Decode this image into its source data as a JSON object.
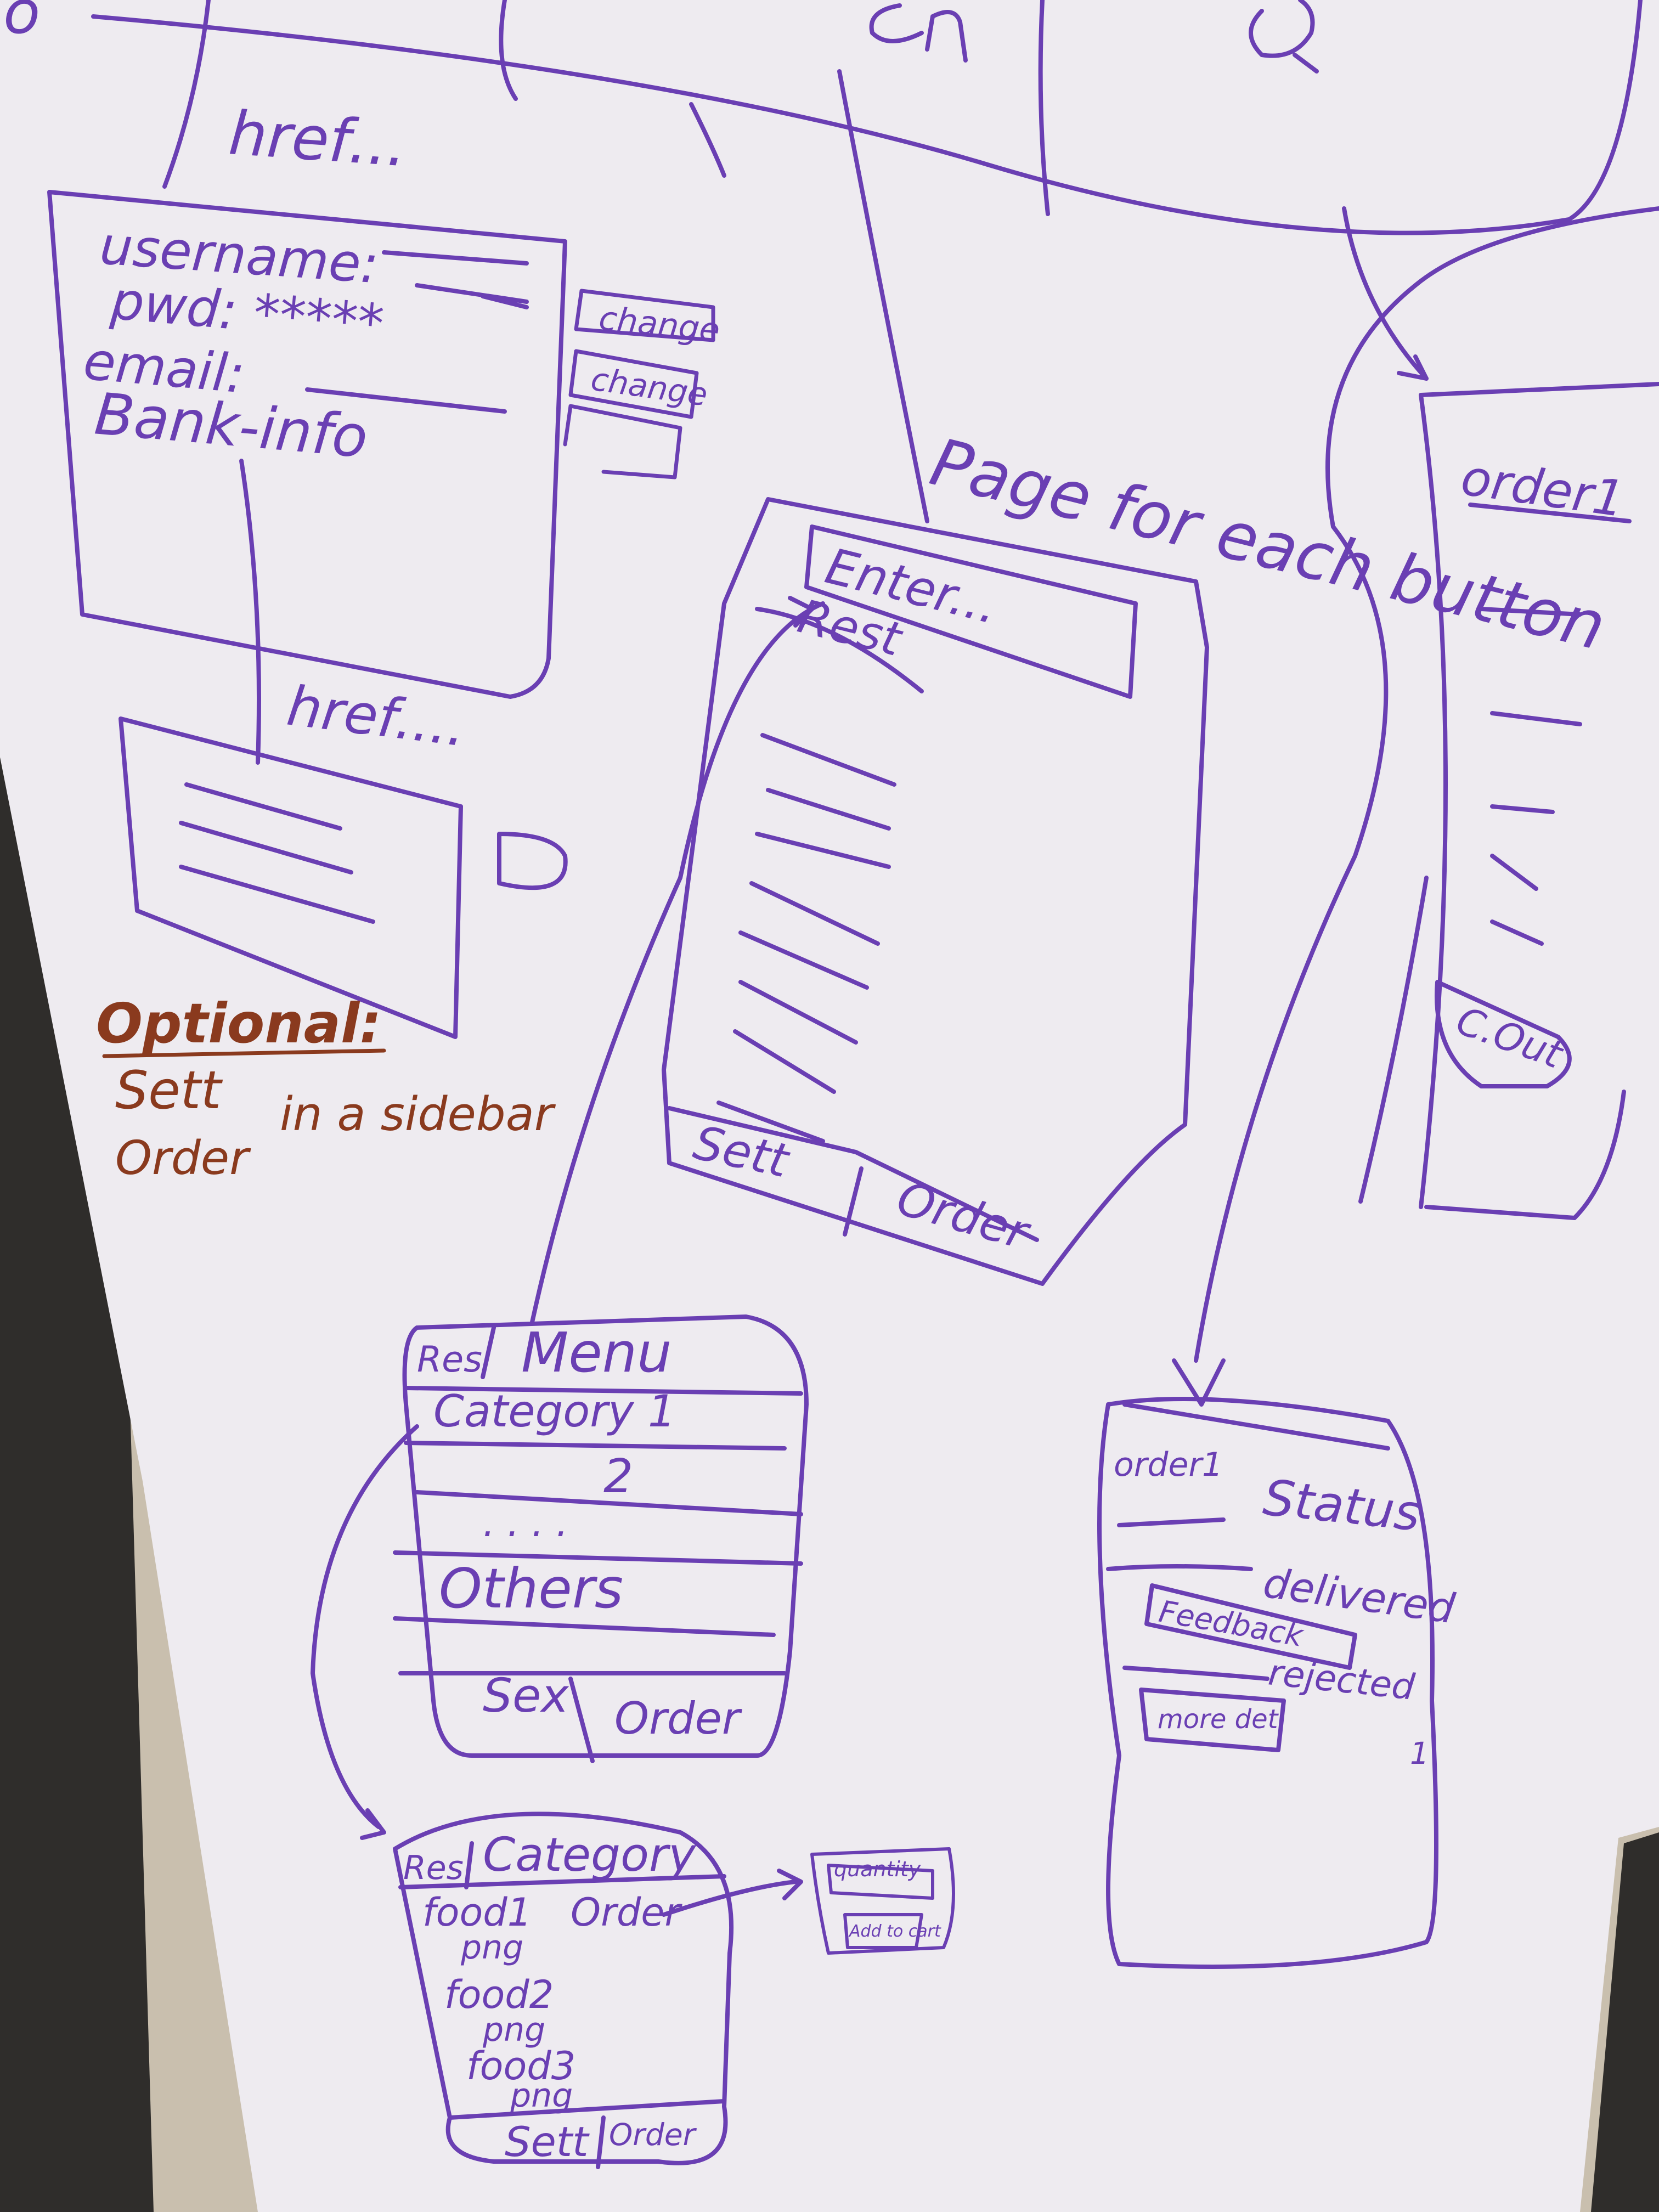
{
  "colors": {
    "marker": "#6a3fb3",
    "note": "#8a3a1e",
    "board": "#eeebf0",
    "frame": "#2f2d2b",
    "floor": "#c9bfae"
  },
  "top": {
    "links": [
      "href...",
      "href...."
    ],
    "partial_letters": [
      "o",
      "cn",
      "Q"
    ]
  },
  "profile": {
    "fields": [
      "username:",
      "pwd: *****",
      "email:",
      "Bank-info"
    ],
    "change_buttons": [
      "change",
      "change"
    ]
  },
  "home": {
    "annotation": "Page for each button",
    "search": "Enter...",
    "rows": [
      "Rest"
    ],
    "tabs": [
      "Sett",
      "Order"
    ]
  },
  "note": {
    "title": "Optional:",
    "line1": "Sett",
    "middle": "in a sidebar",
    "line2": "Order"
  },
  "menu": {
    "back": "Res",
    "title": "Menu",
    "rows": [
      "Category 1",
      "2",
      ". . . .",
      "Others"
    ],
    "tabs": [
      "Sex",
      "Order"
    ]
  },
  "category": {
    "back": "Res",
    "title": "Category",
    "foods": [
      "food1",
      "png",
      "food2",
      "png",
      "food3",
      "png"
    ],
    "order": "Order",
    "tabs": [
      "Sett",
      "Order"
    ]
  },
  "popup": {
    "quantity": "quantity",
    "add_to_cart": "Add to cart"
  },
  "orders": {
    "title": "order1",
    "checkout": "C.Out"
  },
  "status": {
    "title": "order1",
    "label": "Status",
    "items": [
      "delivered",
      "rejected"
    ],
    "buttons": [
      "Feedback",
      "more det"
    ],
    "mark": "1"
  }
}
